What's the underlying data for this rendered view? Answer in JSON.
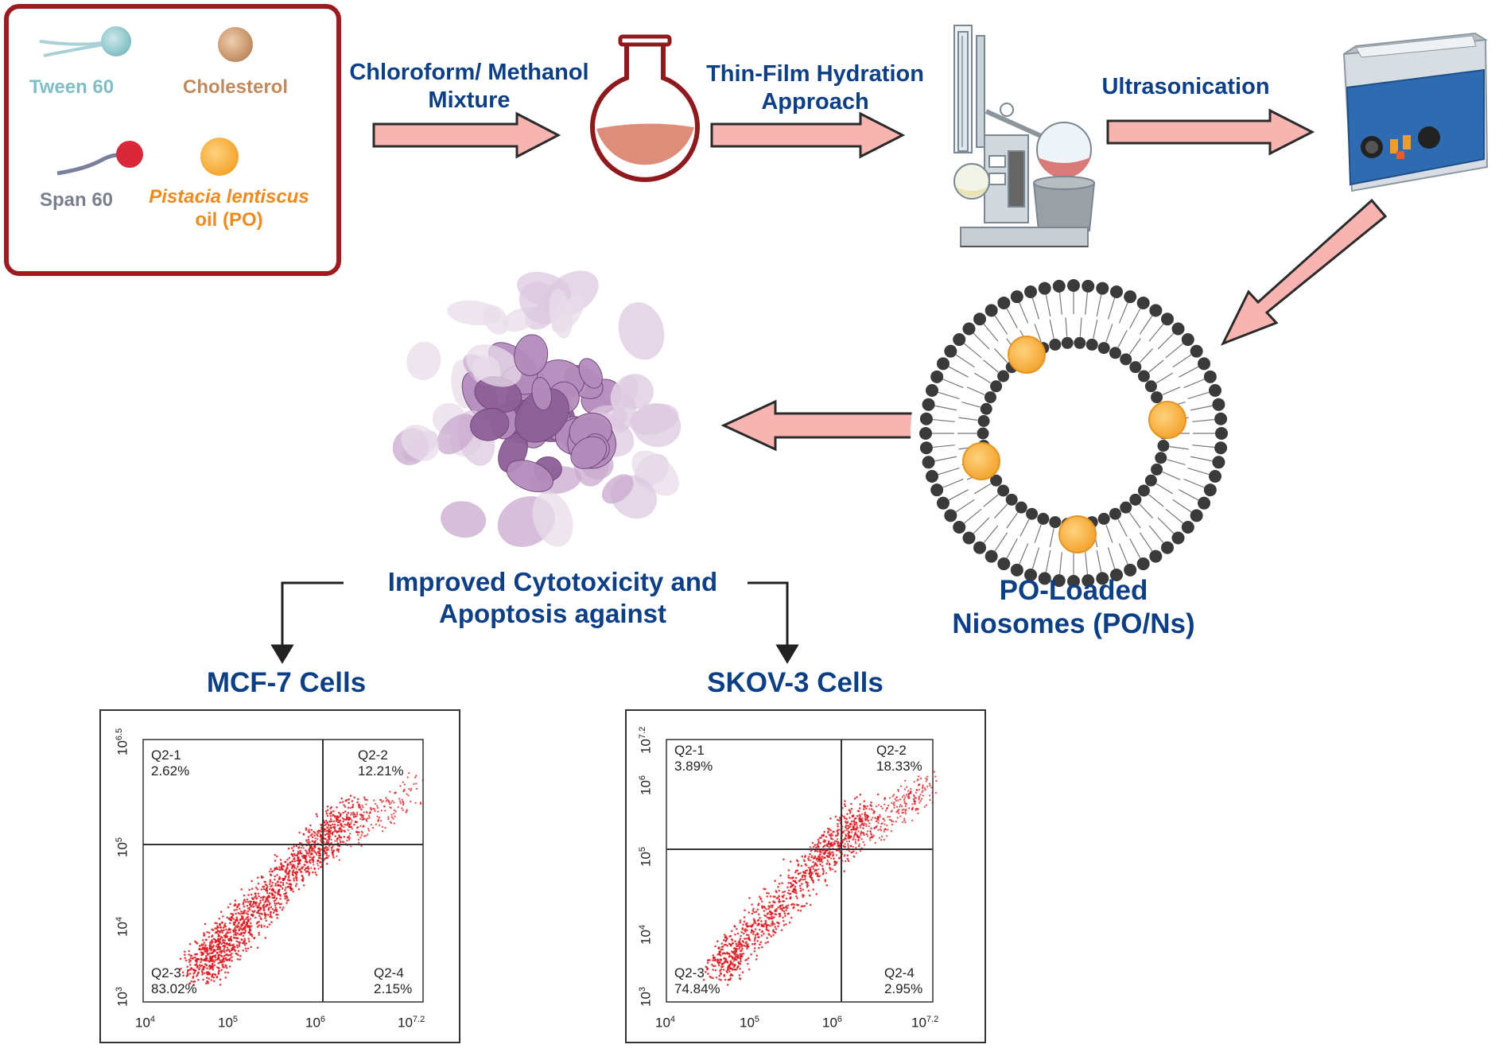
{
  "legend": {
    "tween": "Tween 60",
    "cholesterol": "Cholesterol",
    "span": "Span 60",
    "pistacia_line1": "Pistacia lentiscus",
    "pistacia_line2": "oil (PO)"
  },
  "steps": {
    "chloroform_line1": "Chloroform/ Methanol",
    "chloroform_line2": "Mixture",
    "thinfilm_line1": "Thin-Film Hydration",
    "thinfilm_line2": "Approach",
    "ultrasonication": "Ultrasonication"
  },
  "niosome": {
    "label_line1": "PO-Loaded",
    "label_line2": "Niosomes (PO/Ns)"
  },
  "outcome": {
    "line1": "Improved Cytotoxicity and",
    "line2": "Apoptosis against"
  },
  "plots": [
    {
      "title": "MCF-7 Cells",
      "q1": {
        "name": "Q2-1",
        "pct": "2.62%"
      },
      "q2": {
        "name": "Q2-2",
        "pct": "12.21%"
      },
      "q3": {
        "name": "Q2-3",
        "pct": "83.02%"
      },
      "q4": {
        "name": "Q2-4",
        "pct": "2.15%"
      },
      "xticks": [
        {
          "base": "10",
          "exp": "4"
        },
        {
          "base": "10",
          "exp": "5"
        },
        {
          "base": "10",
          "exp": "6"
        },
        {
          "base": "10",
          "exp": "7.2"
        }
      ],
      "yticks": [
        {
          "base": "10",
          "exp": "3"
        },
        {
          "base": "10",
          "exp": "4"
        },
        {
          "base": "10",
          "exp": "5"
        },
        {
          "base": "10",
          "exp": "6.5"
        }
      ]
    },
    {
      "title": "SKOV-3 Cells",
      "q1": {
        "name": "Q2-1",
        "pct": "3.89%"
      },
      "q2": {
        "name": "Q2-2",
        "pct": "18.33%"
      },
      "q3": {
        "name": "Q2-3",
        "pct": "74.84%"
      },
      "q4": {
        "name": "Q2-4",
        "pct": "2.95%"
      },
      "xticks": [
        {
          "base": "10",
          "exp": "4"
        },
        {
          "base": "10",
          "exp": "5"
        },
        {
          "base": "10",
          "exp": "6"
        },
        {
          "base": "10",
          "exp": "7.2"
        }
      ],
      "yticks": [
        {
          "base": "10",
          "exp": "3"
        },
        {
          "base": "10",
          "exp": "4"
        },
        {
          "base": "10",
          "exp": "5"
        },
        {
          "base": "10",
          "exp": "6"
        },
        {
          "base": "10",
          "exp": "7.2"
        }
      ]
    }
  ],
  "colors": {
    "title_blue": "#0d3f86",
    "arrow_fill": "#f7b4b1",
    "frame_red": "#9b1b1f",
    "tween": "#7fbec4",
    "cholesterol": "#c99468",
    "span_head": "#d8283a",
    "po_orange": "#f5ae3c",
    "scatter_red": "#d9141a"
  }
}
